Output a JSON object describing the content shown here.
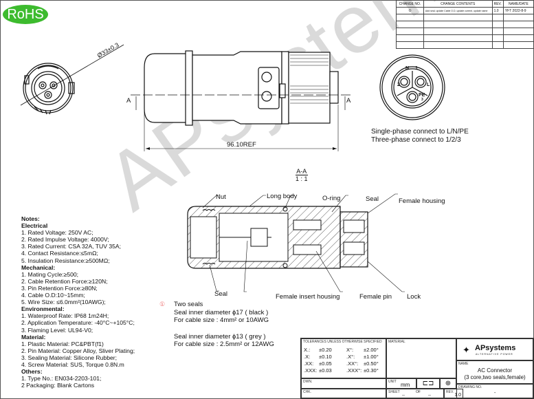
{
  "badge": {
    "rohs": "RoHS"
  },
  "revision_table": {
    "headers": [
      "CHANGE NO.",
      "CHANGE CONTENTS",
      "REV.",
      "NAME/DATE"
    ],
    "rows": [
      {
        "change_no": "①",
        "contents": "Add seal, update Cable O.D, update current, update name",
        "rev": "1.0",
        "name_date": "YFT 2022-8-9"
      },
      {
        "change_no": "",
        "contents": "",
        "rev": "",
        "name_date": ""
      },
      {
        "change_no": "",
        "contents": "",
        "rev": "",
        "name_date": ""
      },
      {
        "change_no": "",
        "contents": "",
        "rev": "",
        "name_date": ""
      },
      {
        "change_no": "",
        "contents": "",
        "rev": "",
        "name_date": ""
      },
      {
        "change_no": "",
        "contents": "",
        "rev": "",
        "name_date": ""
      }
    ]
  },
  "front_view": {
    "diameter_label": "Ø33±0.3"
  },
  "side_view": {
    "section_marker": "A",
    "length_label": "96.10REF"
  },
  "rear_view": {
    "pin_labels": [
      "N",
      "1",
      "2",
      "L",
      "PE",
      "3"
    ],
    "wiring_note": [
      "Single-phase connect to L/N/PE",
      "Three-phase connect to 1/2/3"
    ]
  },
  "section": {
    "title": "A-A",
    "scale": "1 : 1",
    "callouts_top": [
      "Nut",
      "Long body",
      "O-ring",
      "Seal",
      "Female housing"
    ],
    "callouts_bottom": [
      "Seal",
      "Female insert housing",
      "Female pin",
      "Lock"
    ]
  },
  "watermark": "APsystems",
  "notes": {
    "title": "Notes:",
    "sections": [
      {
        "heading": "Electrical",
        "items": [
          "1. Rated Voltage: 250V AC;",
          "2. Rated Impulse Voltage: 4000V;",
          "3. Rated Current: CSA 32A, TUV 35A;",
          "4. Contact Resistance:≤5mΩ;",
          "5. Insulation Resistance:≥500MΩ;"
        ]
      },
      {
        "heading": "Mechanical:",
        "items": [
          "1. Mating Cycle:≥500;",
          "2. Cable Retention Force:≥120N;",
          "3. Pin Retention Force:≥80N;",
          "4. Cable O.D:10~15mm;",
          "5. Wire Size: ≤6.0mm²(10AWG);"
        ]
      },
      {
        "heading": "Environmental:",
        "items": [
          "1. Waterproof Rate: IP68 1m24H;",
          "2. Application Temperature: -40°C~+105°C;",
          "3. Flaming Level: UL94-V0;"
        ]
      },
      {
        "heading": "Material:",
        "items": [
          "1. Plastic Material: PC&PBT(f1)",
          "2. Pin Material: Copper Alloy, Sliver Plating;",
          "3. Sealing Material: Silicone Rubber;",
          "4. Screw Material: SUS, Torque 0.8N.m"
        ]
      },
      {
        "heading": "Others:",
        "items": [
          "1. Type No.: EN034-2203-101;",
          "2  Packaging: Blank Cartons"
        ]
      }
    ]
  },
  "seal_note": {
    "marker": "①",
    "lines_a": [
      "Two seals",
      "Seal inner diameter ɸ17 ( black )",
      "For cable size : 4mm² or 10AWG"
    ],
    "lines_b": [
      "Seal inner diameter ɸ13 ( grey )",
      "For cable size : 2.5mm² or 12AWG"
    ]
  },
  "title_block": {
    "tolerance_header": "TOLERANCES UNLESS OTHERWISE SPECIFIED",
    "tolerances": [
      [
        "X.:",
        "±0.20",
        "X°:",
        "±2.00°"
      ],
      [
        ".X:",
        "±0.10",
        ".X°:",
        "±1.00°"
      ],
      [
        ".XX:",
        "±0.05",
        ".XX°:",
        "±0.50°"
      ],
      [
        ".XXX:",
        "±0.03",
        ".XXX°:",
        "±0.30°"
      ]
    ],
    "material_label": "MATERIAL",
    "dwn_label": "DWN.",
    "chk_label": "CHK.",
    "unit_label": "UNIT",
    "unit_value": "mm",
    "sheet_label": "SHEET",
    "of_label": "OF",
    "sheet_value": "--",
    "of_value": "--",
    "rev_label": "REV.",
    "rev_value": "1.0",
    "company": "APsystems",
    "company_tagline": "ALTERNATIVE POWER",
    "name_label": "NAME",
    "name_value": [
      "AC Connector",
      "(3 core,two seals,female)"
    ],
    "drawing_no_label": "DRAWING NO.",
    "drawing_no_value": "-"
  }
}
